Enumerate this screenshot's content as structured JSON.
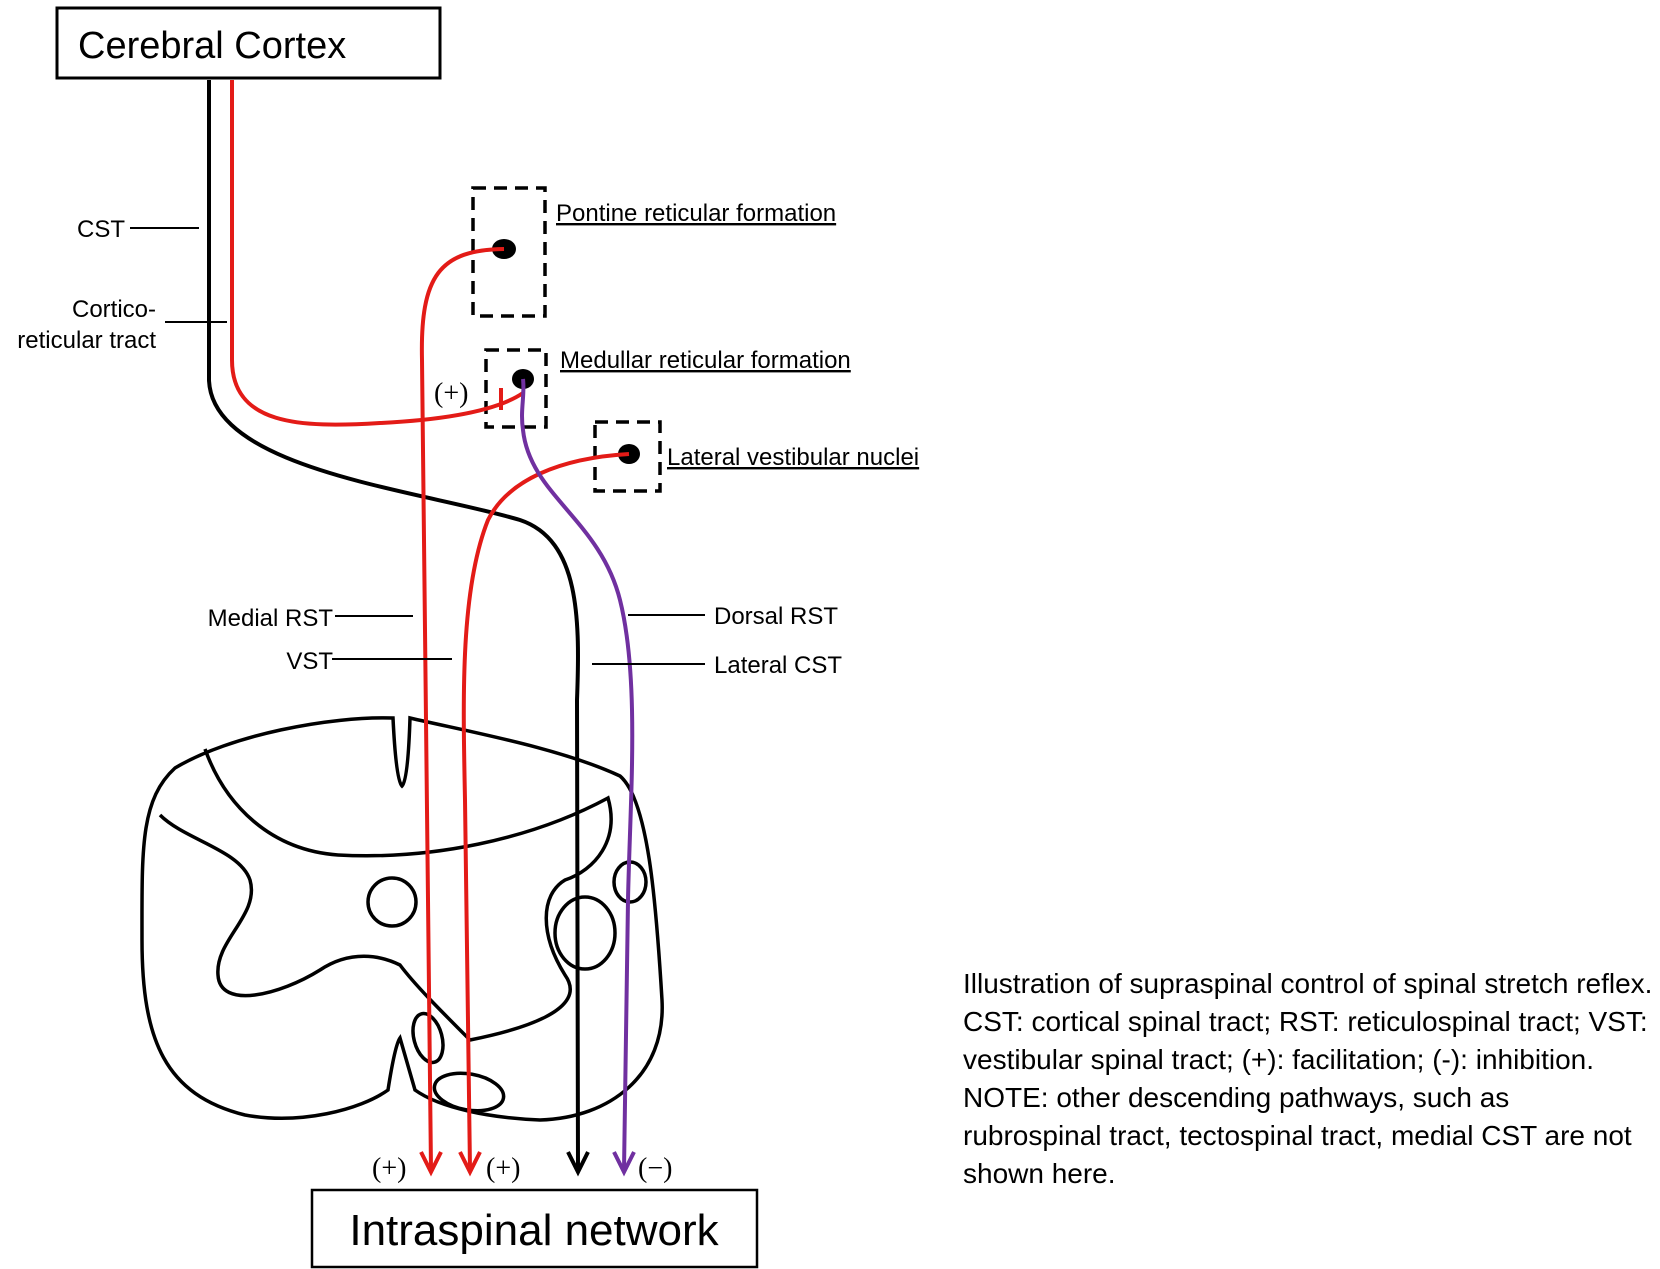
{
  "colors": {
    "black": "#000000",
    "red": "#e31b17",
    "purple": "#7030a0"
  },
  "boxes": {
    "cortex": "Cerebral Cortex",
    "network": "Intraspinal network"
  },
  "nuclei": {
    "pontine": "Pontine reticular formation",
    "medullar": "Medullar reticular formation",
    "vestibular": "Lateral vestibular nuclei"
  },
  "tracts": {
    "cst": "CST",
    "cortico_line1": "Cortico-",
    "cortico_line2": "reticular tract",
    "medial_rst": "Medial RST",
    "vst": "VST",
    "dorsal_rst": "Dorsal RST",
    "lateral_cst": "Lateral CST"
  },
  "signs": {
    "medullar": "(+)",
    "medial_rst": "(+)",
    "vst": "(+)",
    "dorsal_rst": "(−)"
  },
  "caption": "Illustration of supraspinal control of spinal stretch reflex. CST: cortical spinal tract; RST: reticulospinal tract; VST: vestibular spinal tract; (+): facilitation; (-): inhibition. NOTE: other descending pathways, such as rubrospinal tract, tectospinal tract, medial CST are not shown here."
}
